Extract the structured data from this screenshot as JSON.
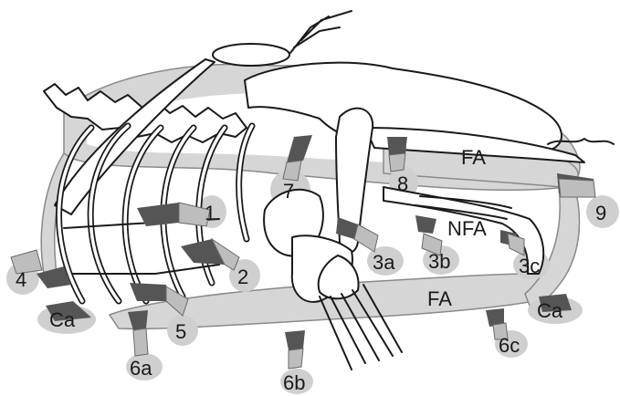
{
  "labels": {
    "l1": "1",
    "l2": "2",
    "l3a": "3a",
    "l3b": "3b",
    "l3c": "3c",
    "l4": "4",
    "l5": "5",
    "l6a": "6a",
    "l6b": "6b",
    "l6c": "6c",
    "l7": "7",
    "l8": "8",
    "l9": "9",
    "fa_upper": "FA",
    "fa_lower": "FA",
    "nfa": "NFA",
    "ca_left": "Ca",
    "ca_right": "Ca"
  }
}
